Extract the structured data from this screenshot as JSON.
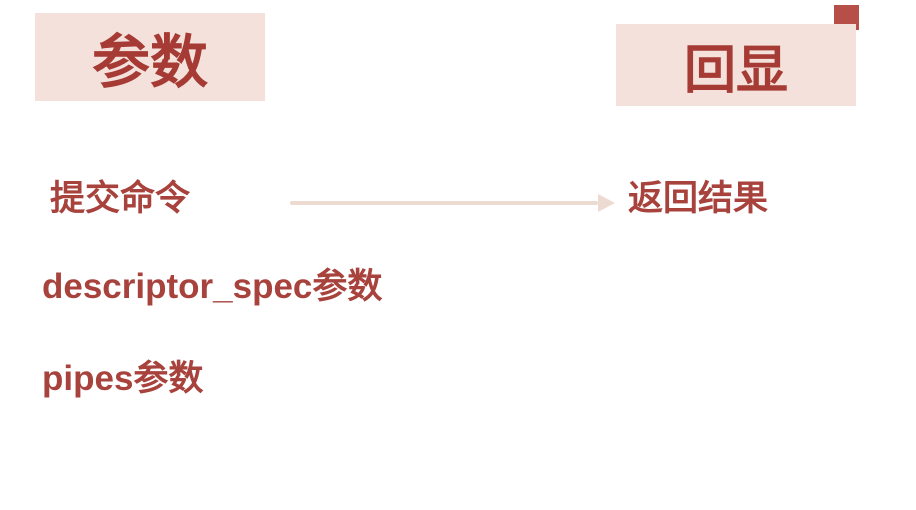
{
  "colors": {
    "accent_text": "#a8423c",
    "header_text": "#a63a34",
    "header_background": "#f4e1db",
    "arrow": "#eddbd2",
    "corner_marker": "#b54f47",
    "background": "#ffffff"
  },
  "headers": {
    "left": "参数",
    "right": "回显"
  },
  "flow": {
    "left_label": "提交命令",
    "right_label": "返回结果"
  },
  "items": [
    {
      "label": "descriptor_spec参数"
    },
    {
      "label": "pipes参数"
    }
  ]
}
